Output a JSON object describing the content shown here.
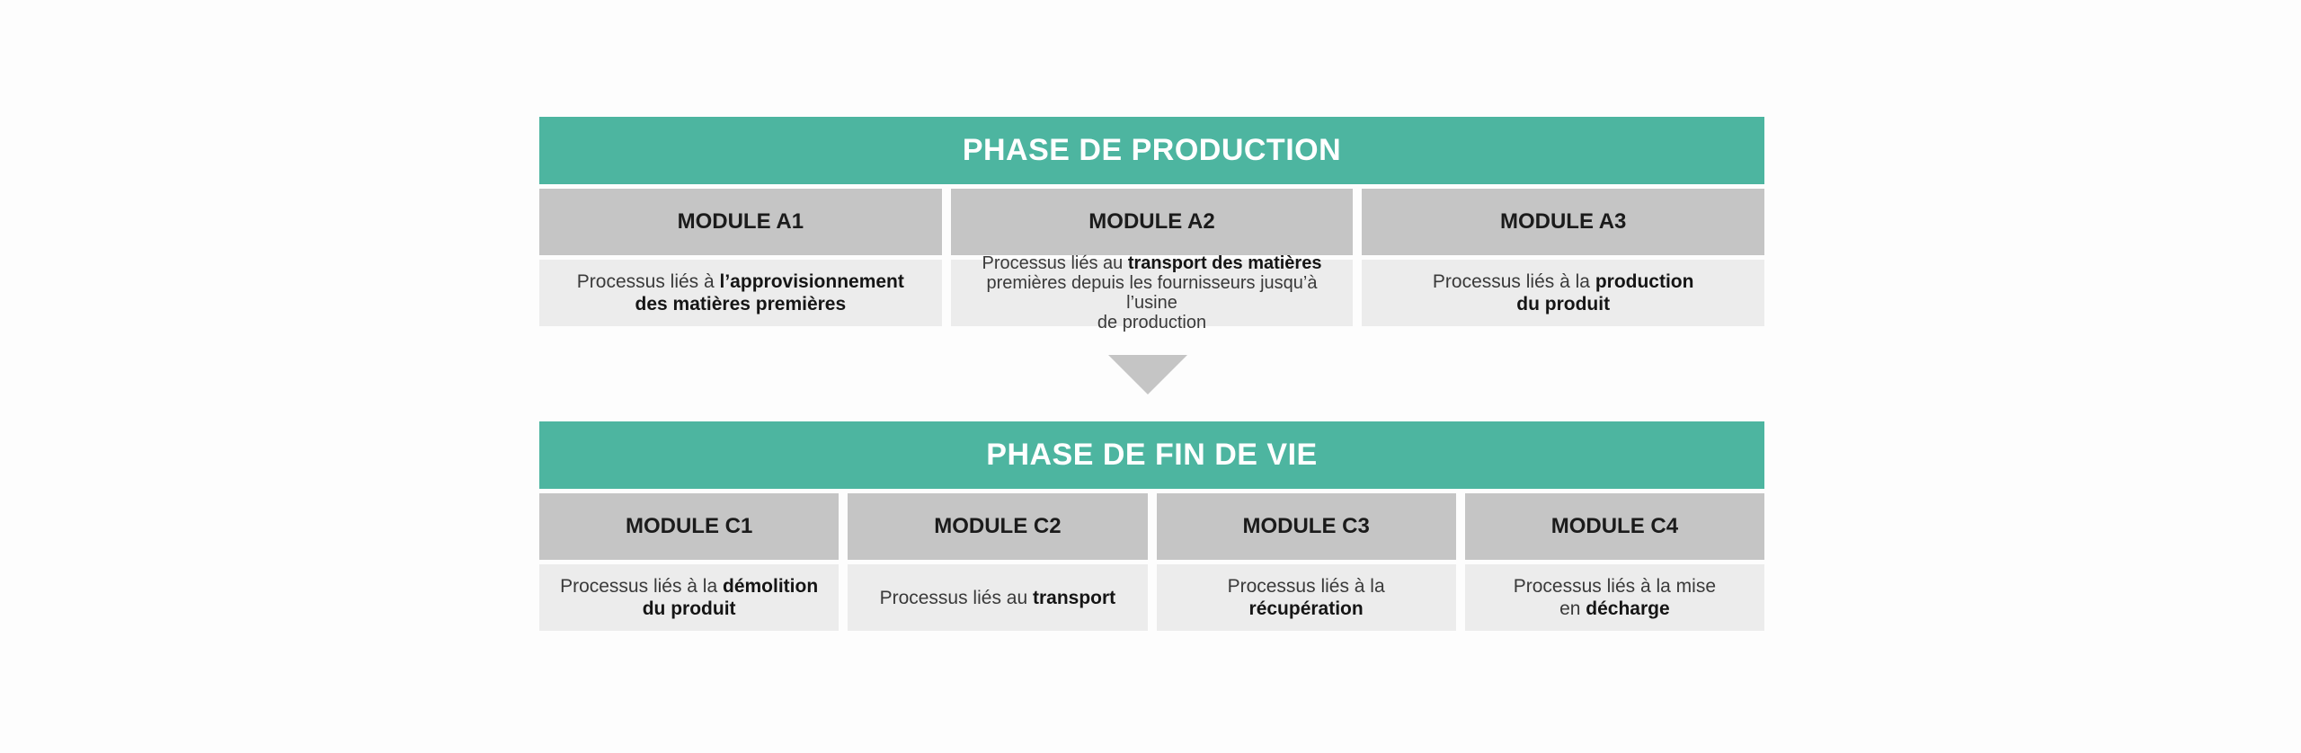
{
  "phases": [
    {
      "title": "PHASE DE PRODUCTION",
      "modules": [
        {
          "title": "MODULE A1",
          "line1": {
            "pre": "Processus liés à ",
            "bold": "l’approvisionnement"
          },
          "line2": {
            "pre": "",
            "bold": "des matières premières"
          }
        },
        {
          "title": "MODULE A2",
          "line1": {
            "pre": "Processus liés au ",
            "bold": "transport des matières"
          },
          "line2": {
            "pre": "premières depuis les fournisseurs jusqu’à l’usine",
            "bold": ""
          },
          "line3": {
            "pre": "de production",
            "bold": ""
          }
        },
        {
          "title": "MODULE A3",
          "line1": {
            "pre": "Processus liés à la ",
            "bold": "production"
          },
          "line2": {
            "pre": "",
            "bold": "du produit"
          }
        }
      ]
    },
    {
      "title": "PHASE DE FIN DE VIE",
      "modules": [
        {
          "title": "MODULE C1",
          "line1": {
            "pre": "Processus liés à la ",
            "bold": "démolition"
          },
          "line2": {
            "pre": "",
            "bold": "du produit"
          }
        },
        {
          "title": "MODULE C2",
          "line1": {
            "pre": "Processus liés au ",
            "bold": "transport"
          }
        },
        {
          "title": "MODULE C3",
          "line1": {
            "pre": "Processus liés à la ",
            "bold": "récupération"
          }
        },
        {
          "title": "MODULE C4",
          "line1": {
            "pre": "Processus liés à la mise",
            "bold": ""
          },
          "line2": {
            "pre": "en ",
            "bold": "décharge"
          }
        }
      ]
    }
  ],
  "colors": {
    "phase_header": "#4db5a0",
    "module_title_bg": "#c5c5c5",
    "module_desc_bg": "#ececec",
    "arrow": "#c5c5c5"
  },
  "icons": {
    "flow_arrow": "down-triangle-icon"
  }
}
